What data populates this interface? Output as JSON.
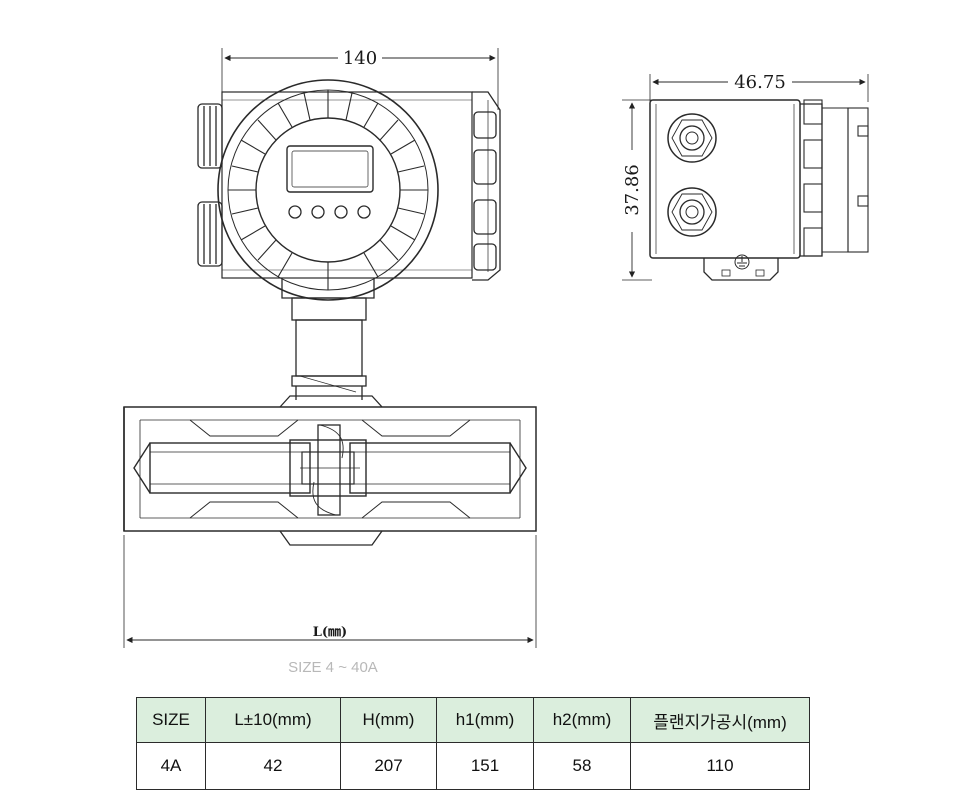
{
  "dimensions": {
    "front_width": "140",
    "side_width": "46.75",
    "side_height": "37.86",
    "length_label": "L(㎜)"
  },
  "caption": "SIZE 4 ~ 40A",
  "table": {
    "headers": [
      "SIZE",
      "L±10(mm)",
      "H(mm)",
      "h1(mm)",
      "h2(mm)",
      "플랜지가공시(mm)"
    ],
    "rows": [
      [
        "4A",
        "42",
        "207",
        "151",
        "58",
        "110"
      ]
    ]
  },
  "colors": {
    "header_bg": "#dbeedd",
    "line": "#2b2b2b"
  }
}
